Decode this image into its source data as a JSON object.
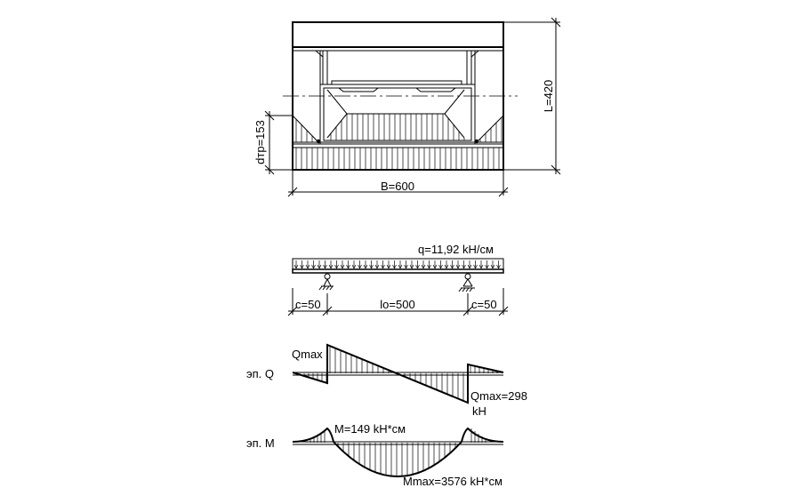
{
  "section": {
    "dim_height": "L=420",
    "dim_width": "B=600",
    "dim_depth": "dтр=153"
  },
  "beam": {
    "load": "q=11,92 kH/см",
    "span_left": "c=50",
    "span_middle": "lo=500",
    "span_right": "c=50"
  },
  "diagram_q": {
    "label": "эп. Q",
    "qmax_left": "Qmax",
    "qmax_right_line1": "Qmax=298",
    "qmax_right_line2": "kH"
  },
  "diagram_m": {
    "label": "эп. М",
    "m_support": "M=149 kH*см",
    "m_max": "Mmax=3576 kH*см"
  }
}
